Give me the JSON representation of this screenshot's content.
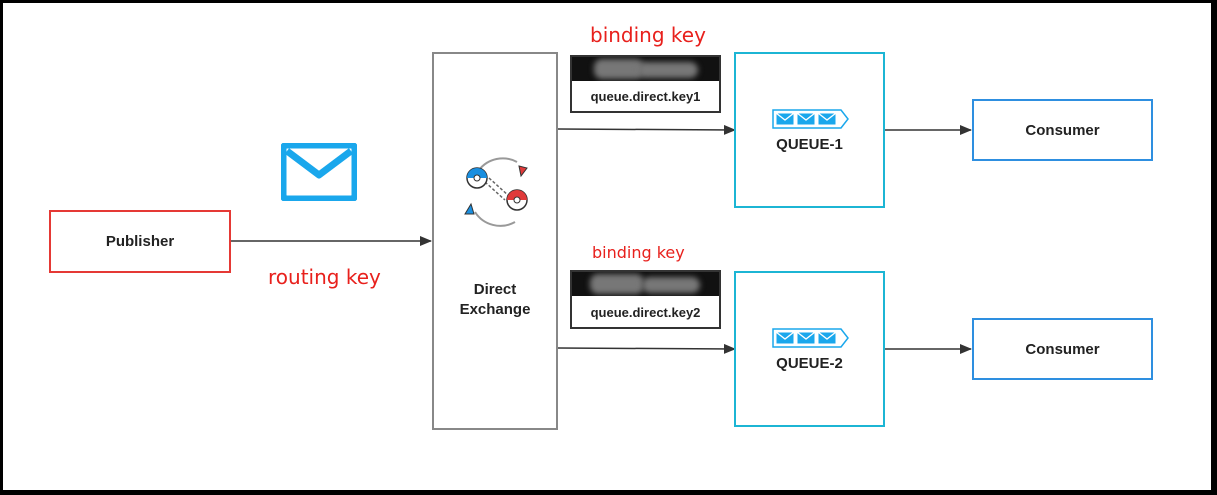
{
  "publisher": {
    "label": "Publisher"
  },
  "routing_key": {
    "label": "routing key"
  },
  "exchange": {
    "line1": "Direct",
    "line2": "Exchange"
  },
  "bindings": [
    {
      "title": "binding key",
      "key": "queue.direct.key1"
    },
    {
      "title": "binding key",
      "key": "queue.direct.key2"
    }
  ],
  "queues": [
    {
      "label": "QUEUE-1"
    },
    {
      "label": "QUEUE-2"
    }
  ],
  "consumers": [
    {
      "label": "Consumer"
    },
    {
      "label": "Consumer"
    }
  ],
  "icons": {
    "message": "envelope-icon",
    "exchange": "exchange-cycle-icon",
    "queue": "message-queue-icon"
  },
  "colors": {
    "publisher_border": "#e53935",
    "queue_border": "#1cb5d4",
    "consumer_border": "#2e8fe0",
    "exchange_border": "#888888",
    "accent_red": "#e8201c",
    "envelope": "#1aa7ec",
    "arrow": "#333333"
  }
}
